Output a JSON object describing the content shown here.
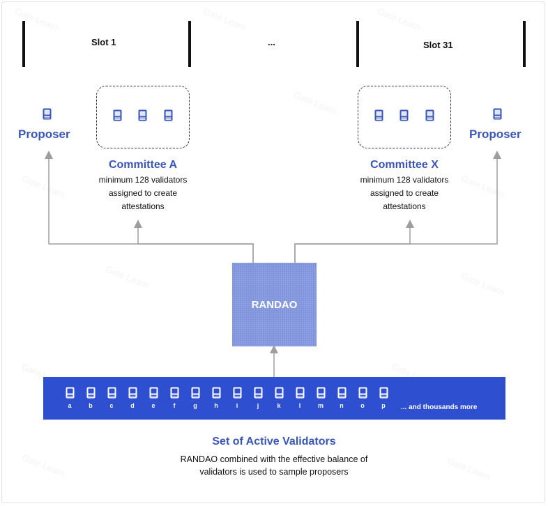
{
  "slots": {
    "first_label": "Slot 1",
    "ellipsis": "...",
    "last_label": "Slot 31"
  },
  "proposer_left": {
    "label": "Proposer"
  },
  "proposer_right": {
    "label": "Proposer"
  },
  "committee_a": {
    "title": "Committee A",
    "desc_line1": "minimum 128 validators",
    "desc_line2": "assigned to create",
    "desc_line3": "attestations"
  },
  "committee_x": {
    "title": "Committee X",
    "desc_line1": "minimum 128 validators",
    "desc_line2": "assigned to create",
    "desc_line3": "attestations"
  },
  "randao": {
    "label": "RANDAO"
  },
  "validators": {
    "letters": [
      "a",
      "b",
      "c",
      "d",
      "e",
      "f",
      "g",
      "h",
      "i",
      "j",
      "k",
      "l",
      "m",
      "n",
      "o",
      "p"
    ],
    "more_label": "... and thousands more"
  },
  "set": {
    "title": "Set of Active Validators",
    "desc_line1": "RANDAO combined with the effective balance of",
    "desc_line2": "validators is used to sample proposers"
  },
  "watermark": {
    "text": "Gate Learn"
  },
  "colors": {
    "accent": "#3a56b4",
    "validator_bar": "#2e4fd0",
    "randao": "#7f93dd",
    "arrow": "#9e9e9e"
  },
  "icons": {
    "validator": "validator-server-icon"
  }
}
